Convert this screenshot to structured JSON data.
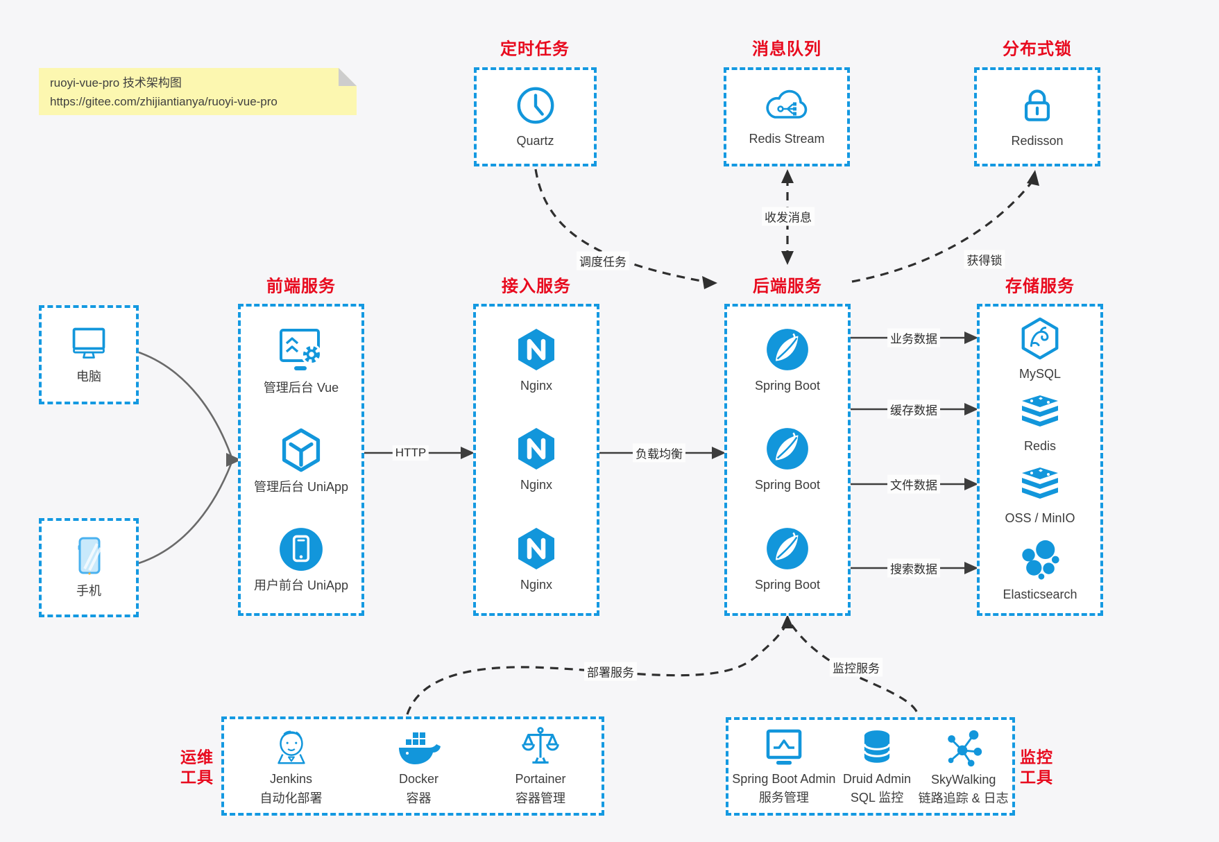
{
  "note": {
    "title": "ruoyi-vue-pro 技术架构图",
    "url": "https://gitee.com/zhijiantianya/ruoyi-vue-pro"
  },
  "groups": {
    "scheduler": {
      "title": "定时任务",
      "item": {
        "icon": "clock-icon",
        "label": "Quartz"
      }
    },
    "mq": {
      "title": "消息队列",
      "item": {
        "icon": "cloud-share-icon",
        "label": "Redis Stream"
      }
    },
    "lock": {
      "title": "分布式锁",
      "item": {
        "icon": "padlock-icon",
        "label": "Redisson"
      }
    },
    "clients": {
      "pc": {
        "icon": "desktop-icon",
        "label": "电脑"
      },
      "phone": {
        "icon": "smartphone-icon",
        "label": "手机"
      }
    },
    "frontend": {
      "title": "前端服务",
      "items": [
        {
          "icon": "admin-screen-gear-icon",
          "label": "管理后台 Vue"
        },
        {
          "icon": "uniapp-cube-icon",
          "label": "管理后台 UniApp"
        },
        {
          "icon": "app-circle-icon",
          "label": "用户前台 UniApp"
        }
      ]
    },
    "gateway": {
      "title": "接入服务",
      "items": [
        {
          "icon": "nginx-icon",
          "label": "Nginx"
        },
        {
          "icon": "nginx-icon",
          "label": "Nginx"
        },
        {
          "icon": "nginx-icon",
          "label": "Nginx"
        }
      ]
    },
    "backend": {
      "title": "后端服务",
      "items": [
        {
          "icon": "spring-leaf-icon",
          "label": "Spring Boot"
        },
        {
          "icon": "spring-leaf-icon",
          "label": "Spring Boot"
        },
        {
          "icon": "spring-leaf-icon",
          "label": "Spring Boot"
        }
      ]
    },
    "storage": {
      "title": "存储服务",
      "items": [
        {
          "icon": "mysql-dolphin-icon",
          "label": "MySQL"
        },
        {
          "icon": "redis-stack-icon",
          "label": "Redis"
        },
        {
          "icon": "redis-stack-icon",
          "label": "OSS / MinIO"
        },
        {
          "icon": "elasticsearch-cluster-icon",
          "label": "Elasticsearch"
        }
      ]
    },
    "ops": {
      "title_line1": "运维",
      "title_line2": "工具",
      "items": [
        {
          "icon": "jenkins-butler-icon",
          "label": "Jenkins",
          "sublabel": "自动化部署"
        },
        {
          "icon": "docker-whale-icon",
          "label": "Docker",
          "sublabel": "容器"
        },
        {
          "icon": "portainer-scales-icon",
          "label": "Portainer",
          "sublabel": "容器管理"
        }
      ]
    },
    "monitoring": {
      "title_line1": "监控",
      "title_line2": "工具",
      "items": [
        {
          "icon": "admin-monitor-icon",
          "label": "Spring Boot Admin",
          "sublabel": "服务管理"
        },
        {
          "icon": "database-cylinder-icon",
          "label": "Druid Admin",
          "sublabel": "SQL 监控"
        },
        {
          "icon": "skywalking-node-icon",
          "label": "SkyWalking",
          "sublabel": "链路追踪 & 日志"
        }
      ]
    }
  },
  "edges": {
    "http": "HTTP",
    "load_balance": "负载均衡",
    "dispatch_job": "调度任务",
    "send_receive_msg": "收发消息",
    "acquire_lock": "获得锁",
    "business_data": "业务数据",
    "cache_data": "缓存数据",
    "file_data": "文件数据",
    "search_data": "搜索数据",
    "deploy_service": "部署服务",
    "monitor_service": "监控服务"
  },
  "colors": {
    "accent_blue": "#1296db",
    "accent_red": "#e80a1e",
    "note_bg": "#fcf7b0",
    "connector_dark": "#3d3d3d"
  }
}
